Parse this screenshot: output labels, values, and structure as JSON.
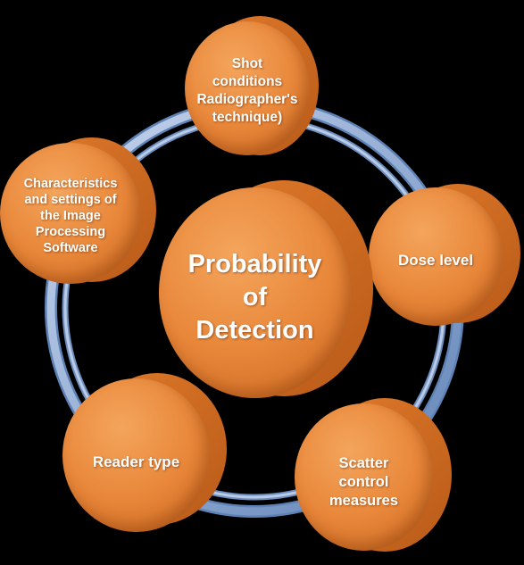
{
  "diagram": {
    "center": {
      "lines": [
        "Probability",
        "of",
        "Detection"
      ]
    },
    "nodes": [
      {
        "id": "shot",
        "lines": [
          "Shot",
          "conditions",
          "Radiographer's",
          "technique)"
        ]
      },
      {
        "id": "dose",
        "lines": [
          "Dose level"
        ]
      },
      {
        "id": "scatter",
        "lines": [
          "Scatter",
          "control",
          "measures"
        ]
      },
      {
        "id": "reader",
        "lines": [
          "Reader type"
        ]
      },
      {
        "id": "software",
        "lines": [
          "Characteristics",
          "and settings of",
          "the Image",
          "Processing",
          "Software"
        ]
      }
    ],
    "colors": {
      "node_fill": "#e8873a",
      "node_shadow": "#b85a18",
      "ring_light": "#b9cbe6",
      "ring_dark": "#5f82b5",
      "text": "#ffffff",
      "background": "#000000"
    }
  }
}
